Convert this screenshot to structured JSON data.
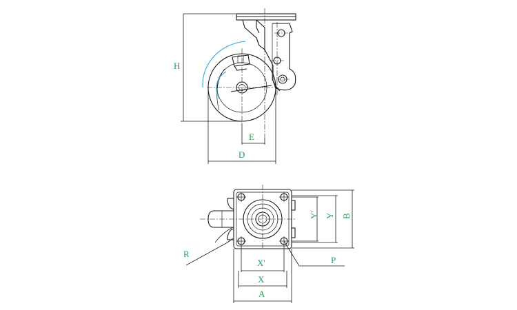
{
  "colors": {
    "label": "#22a35a",
    "line": "#1a1a1a",
    "swivel_arc": "#3aa6d8"
  },
  "labels": {
    "H": "H",
    "E": "E",
    "D": "D",
    "A": "A",
    "B": "B",
    "X": "X",
    "X_prime": "X'",
    "Y": "Y",
    "Y_prime": "Y'",
    "R": "R",
    "P": "P"
  }
}
